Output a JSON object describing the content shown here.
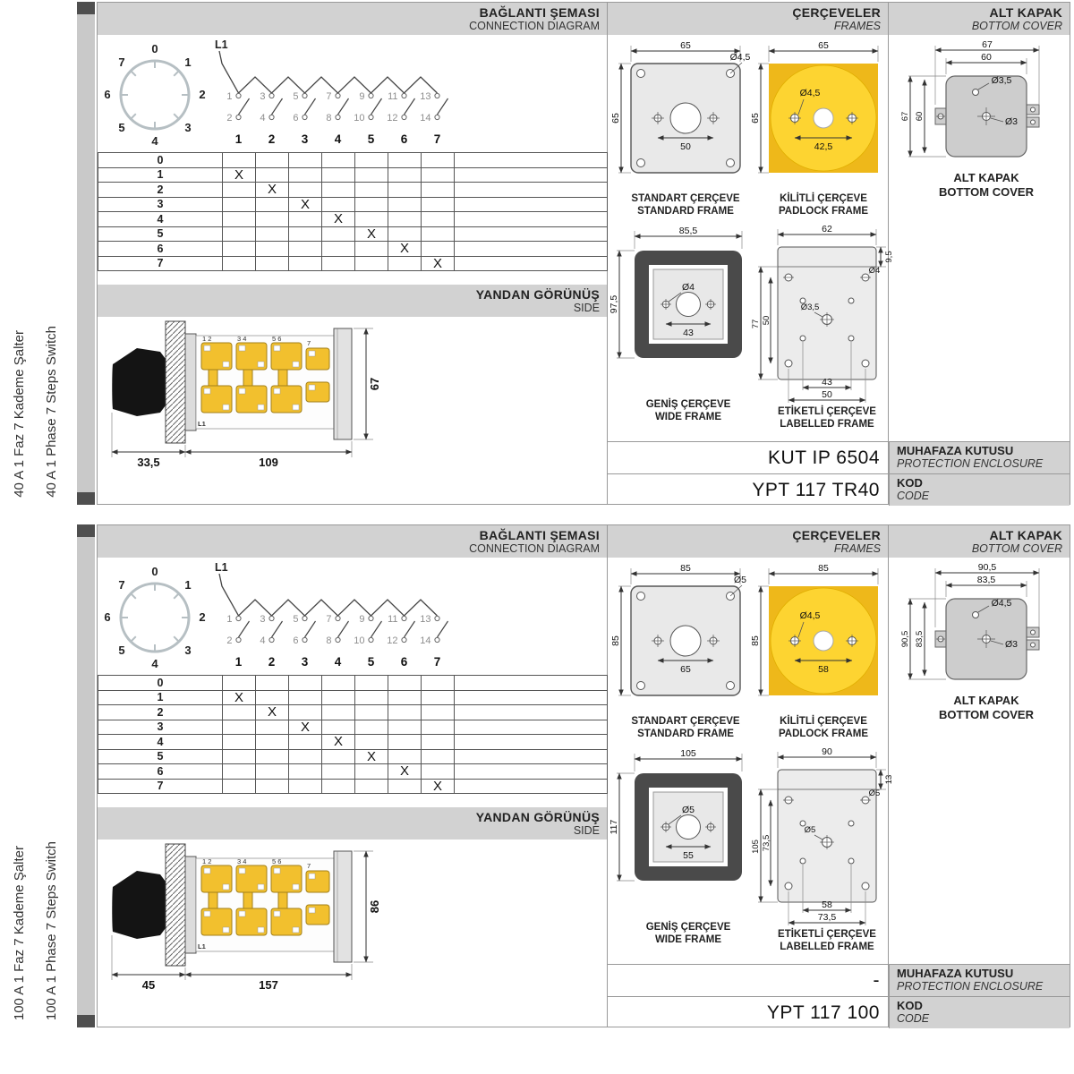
{
  "colors": {
    "header_gray": "#d2d2d2",
    "strip_gray": "#c9c9c9",
    "strip_dark": "#4f4f4f",
    "frame_yellow": "#eeb81a",
    "frame_yellow_light": "#fdd431",
    "cam_yellow": "#f2c02e",
    "dark_frame": "#4a4a4a",
    "light_fill": "#e9e9e9"
  },
  "sections": [
    {
      "side_label_tr": "40 A 1 Faz 7 Kademe Şalter",
      "side_label_en": "40 A 1 Phase 7 Steps Switch",
      "connection": {
        "title_tr": "BAĞLANTI ŞEMASI",
        "title_en": "CONNECTION DIAGRAM",
        "line_label": "L1",
        "dial_positions": [
          "0",
          "1",
          "2",
          "3",
          "4",
          "5",
          "6",
          "7"
        ],
        "top_terminals": [
          "1",
          "3",
          "5",
          "7",
          "9",
          "11",
          "13"
        ],
        "bottom_terminals": [
          "2",
          "4",
          "6",
          "8",
          "10",
          "12",
          "14"
        ],
        "columns": [
          "1",
          "2",
          "3",
          "4",
          "5",
          "6",
          "7"
        ],
        "table": [
          [
            "0",
            "",
            "",
            "",
            "",
            "",
            "",
            ""
          ],
          [
            "1",
            "X",
            "",
            "",
            "",
            "",
            "",
            ""
          ],
          [
            "2",
            "",
            "X",
            "",
            "",
            "",
            "",
            ""
          ],
          [
            "3",
            "",
            "",
            "X",
            "",
            "",
            "",
            ""
          ],
          [
            "4",
            "",
            "",
            "",
            "X",
            "",
            "",
            ""
          ],
          [
            "5",
            "",
            "",
            "",
            "",
            "X",
            "",
            ""
          ],
          [
            "6",
            "",
            "",
            "",
            "",
            "",
            "X",
            ""
          ],
          [
            "7",
            "",
            "",
            "",
            "",
            "",
            "",
            "X"
          ]
        ]
      },
      "side_view": {
        "title_tr": "YANDAN GÖRÜNÜŞ",
        "title_en": "SIDE",
        "dim_handle": "33,5",
        "dim_length": "109",
        "dim_height": "67",
        "block_labels": [
          "1 2",
          "3 4",
          "5 6",
          "7"
        ],
        "line_label": "L1"
      },
      "frames": {
        "title_tr": "ÇERÇEVELER",
        "title_en": "FRAMES",
        "standard": {
          "name_tr": "STANDART ÇERÇEVE",
          "name_en": "STANDARD FRAME",
          "dim_top": "65",
          "dim_hole": "Ø4,5",
          "dim_left": "65",
          "dim_inner": "50"
        },
        "padlock": {
          "name_tr": "KİLİTLİ ÇERÇEVE",
          "name_en": "PADLOCK FRAME",
          "dim_top": "65",
          "dim_hole": "Ø4,5",
          "dim_left": "65",
          "dim_inner": "42,5"
        },
        "wide": {
          "name_tr": "GENİŞ ÇERÇEVE",
          "name_en": "WIDE FRAME",
          "dim_top": "85,5",
          "dim_left": "97,5",
          "dim_hole": "Ø4",
          "dim_inner": "43"
        },
        "labelled": {
          "name_tr": "ETİKETLİ ÇERÇEVE",
          "name_en": "LABELLED FRAME",
          "dim_top": "62",
          "dim_strip": "9,5",
          "dim_left": "77",
          "dim_left_inner": "50",
          "dim_hole_small": "Ø4",
          "dim_hole_center": "Ø3,5",
          "dim_bottom_inner": "43",
          "dim_bottom_outer": "50"
        }
      },
      "cover": {
        "title_tr": "ALT KAPAK",
        "title_en": "BOTTOM COVER",
        "caption_tr": "ALT KAPAK",
        "caption_en": "BOTTOM COVER",
        "dim_top_outer": "67",
        "dim_top_inner": "60",
        "dim_left_outer": "67",
        "dim_left_inner": "60",
        "dim_hole_top": "Ø3,5",
        "dim_hole_center": "Ø3"
      },
      "enclosure": {
        "value": "KUT IP 6504",
        "label_tr": "MUHAFAZA KUTUSU",
        "label_en": "PROTECTION ENCLOSURE"
      },
      "code": {
        "value": "YPT 117 TR40",
        "label_tr": "KOD",
        "label_en": "CODE"
      }
    },
    {
      "side_label_tr": "100 A 1 Faz 7 Kademe Şalter",
      "side_label_en": "100 A 1 Phase 7 Steps Switch",
      "connection": {
        "title_tr": "BAĞLANTI ŞEMASI",
        "title_en": "CONNECTION DIAGRAM",
        "line_label": "L1",
        "dial_positions": [
          "0",
          "1",
          "2",
          "3",
          "4",
          "5",
          "6",
          "7"
        ],
        "top_terminals": [
          "1",
          "3",
          "5",
          "7",
          "9",
          "11",
          "13"
        ],
        "bottom_terminals": [
          "2",
          "4",
          "6",
          "8",
          "10",
          "12",
          "14"
        ],
        "columns": [
          "1",
          "2",
          "3",
          "4",
          "5",
          "6",
          "7"
        ],
        "table": [
          [
            "0",
            "",
            "",
            "",
            "",
            "",
            "",
            ""
          ],
          [
            "1",
            "X",
            "",
            "",
            "",
            "",
            "",
            ""
          ],
          [
            "2",
            "",
            "X",
            "",
            "",
            "",
            "",
            ""
          ],
          [
            "3",
            "",
            "",
            "X",
            "",
            "",
            "",
            ""
          ],
          [
            "4",
            "",
            "",
            "",
            "X",
            "",
            "",
            ""
          ],
          [
            "5",
            "",
            "",
            "",
            "",
            "X",
            "",
            ""
          ],
          [
            "6",
            "",
            "",
            "",
            "",
            "",
            "X",
            ""
          ],
          [
            "7",
            "",
            "",
            "",
            "",
            "",
            "",
            "X"
          ]
        ]
      },
      "side_view": {
        "title_tr": "YANDAN GÖRÜNÜŞ",
        "title_en": "SIDE",
        "dim_handle": "45",
        "dim_length": "157",
        "dim_height": "86",
        "block_labels": [
          "1 2",
          "3 4",
          "5 6",
          "7"
        ],
        "line_label": "L1"
      },
      "frames": {
        "title_tr": "ÇERÇEVELER",
        "title_en": "FRAMES",
        "standard": {
          "name_tr": "STANDART ÇERÇEVE",
          "name_en": "STANDARD FRAME",
          "dim_top": "85",
          "dim_hole": "Ø5",
          "dim_left": "85",
          "dim_inner": "65"
        },
        "padlock": {
          "name_tr": "KİLİTLİ ÇERÇEVE",
          "name_en": "PADLOCK FRAME",
          "dim_top": "85",
          "dim_hole": "Ø4,5",
          "dim_left": "85",
          "dim_inner": "58"
        },
        "wide": {
          "name_tr": "GENİŞ ÇERÇEVE",
          "name_en": "WIDE FRAME",
          "dim_top": "105",
          "dim_left": "117",
          "dim_hole": "Ø5",
          "dim_inner": "55"
        },
        "labelled": {
          "name_tr": "ETİKETLİ ÇERÇEVE",
          "name_en": "LABELLED FRAME",
          "dim_top": "90",
          "dim_strip": "13",
          "dim_left": "105",
          "dim_left_inner": "73,5",
          "dim_hole_small": "Ø5",
          "dim_hole_center": "Ø5",
          "dim_bottom_inner": "58",
          "dim_bottom_outer": "73,5"
        }
      },
      "cover": {
        "title_tr": "ALT KAPAK",
        "title_en": "BOTTOM COVER",
        "caption_tr": "ALT KAPAK",
        "caption_en": "BOTTOM COVER",
        "dim_top_outer": "90,5",
        "dim_top_inner": "83,5",
        "dim_left_outer": "90,5",
        "dim_left_inner": "83,5",
        "dim_hole_top": "Ø4,5",
        "dim_hole_center": "Ø3"
      },
      "enclosure": {
        "value": "-",
        "label_tr": "MUHAFAZA KUTUSU",
        "label_en": "PROTECTION ENCLOSURE"
      },
      "code": {
        "value": "YPT 117 100",
        "label_tr": "KOD",
        "label_en": "CODE"
      }
    }
  ]
}
